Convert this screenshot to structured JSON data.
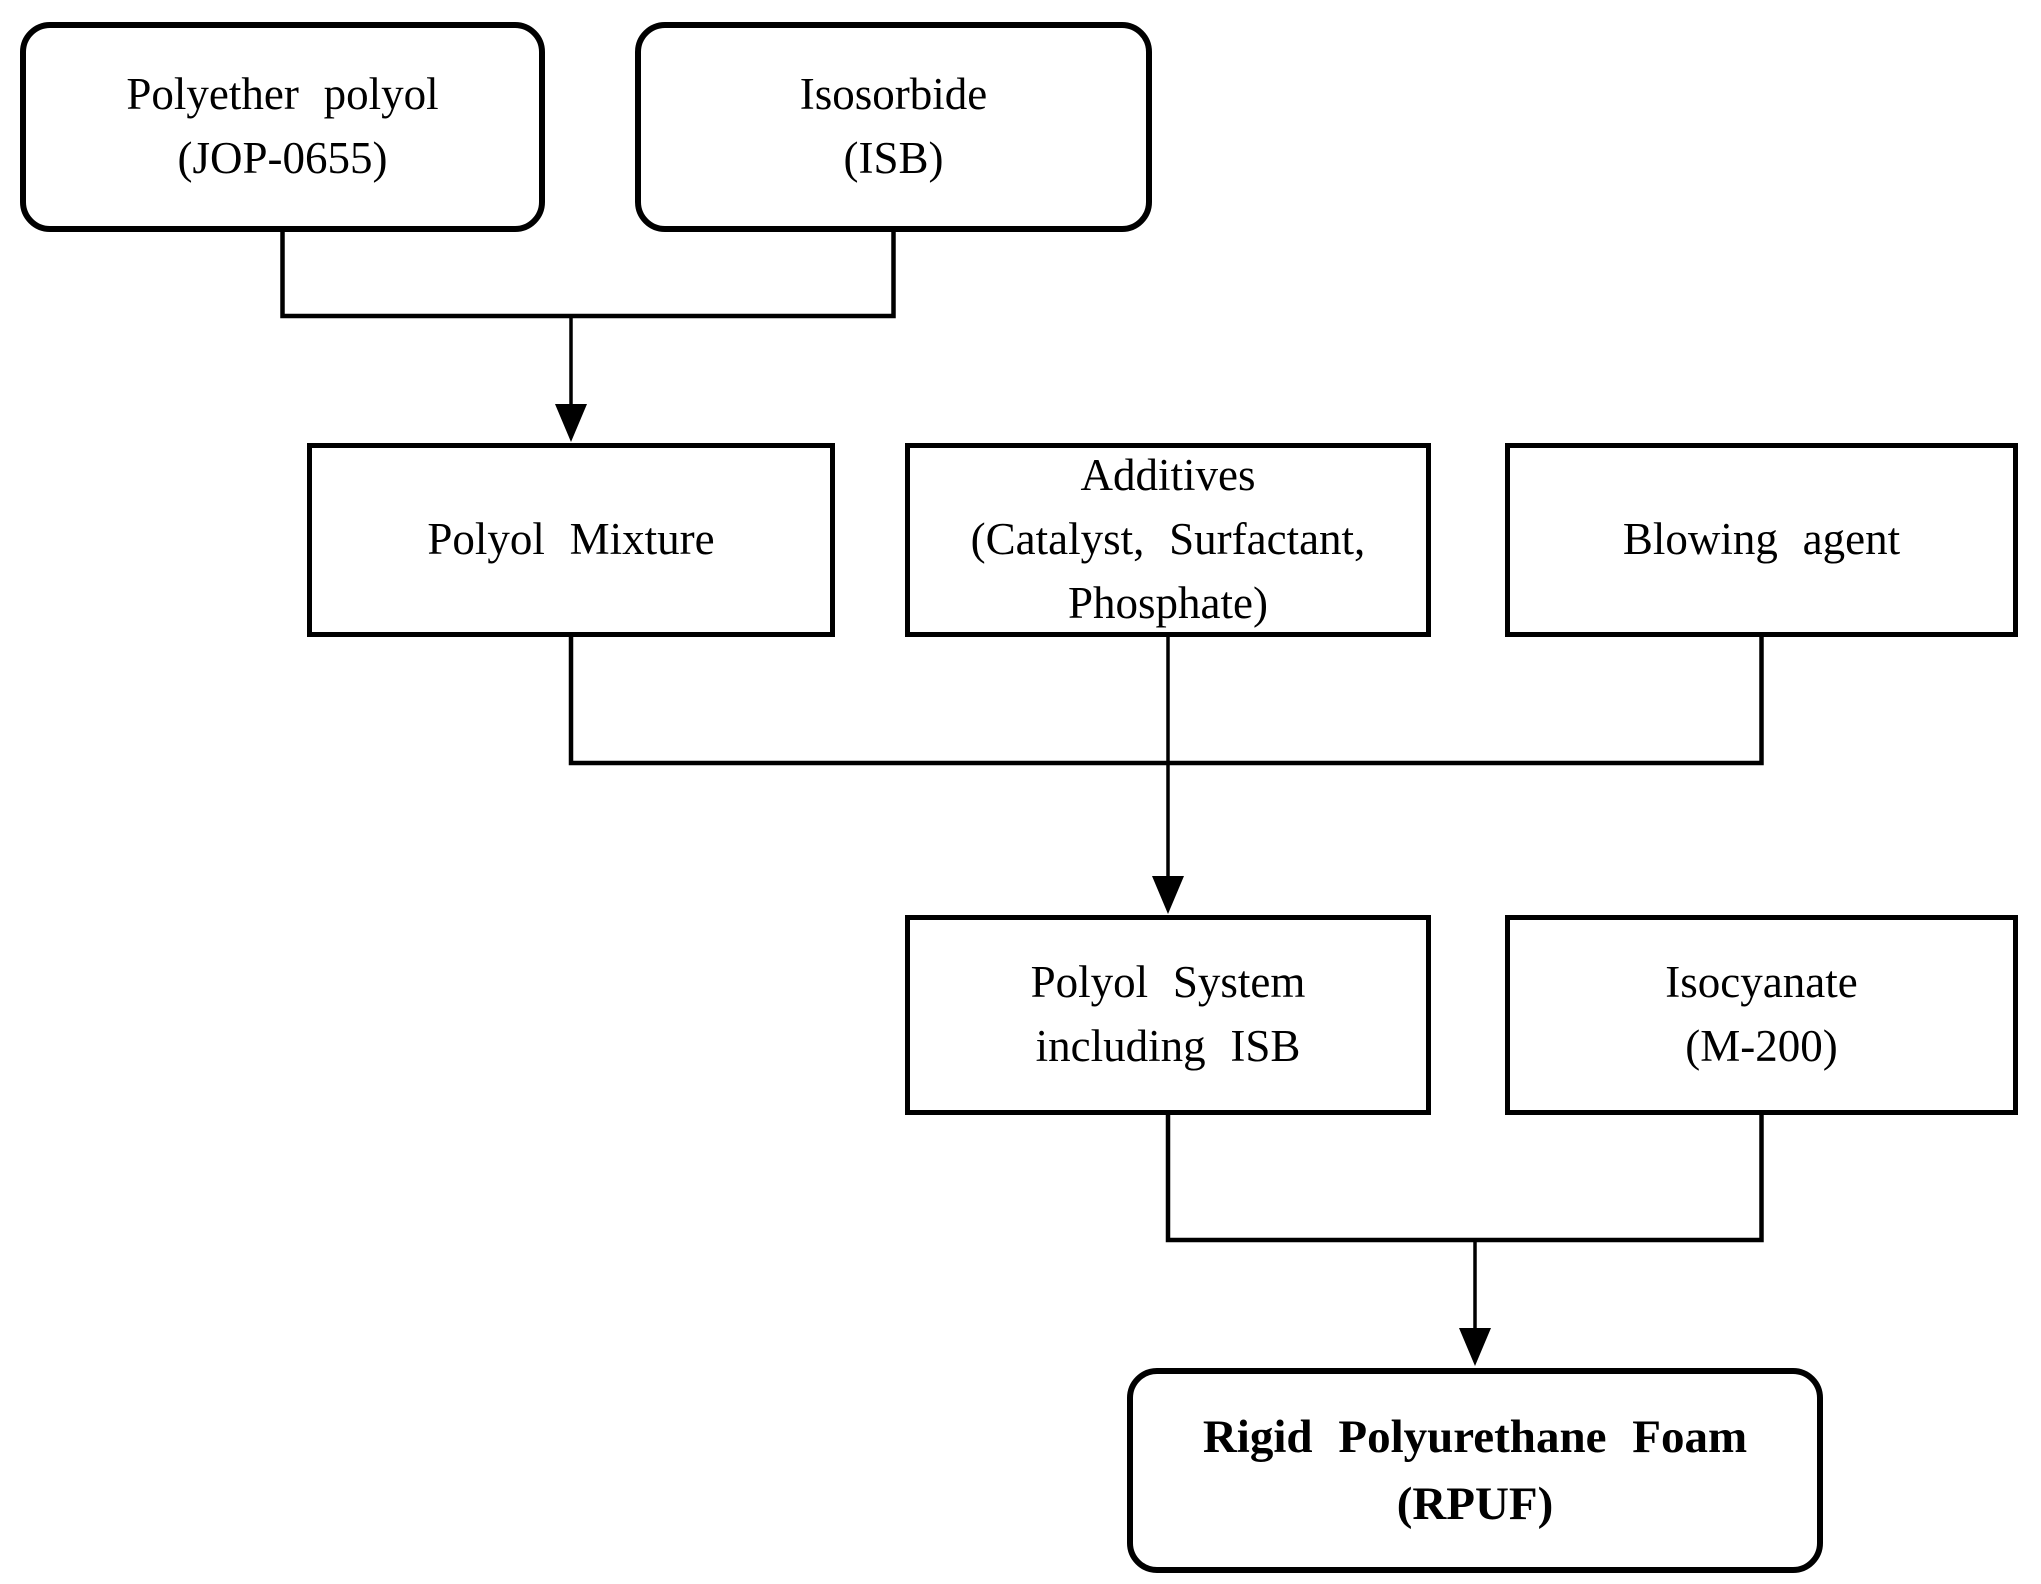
{
  "canvas": {
    "background_color": "#ffffff",
    "line_color": "#000000",
    "text_color": "#000000"
  },
  "nodes": {
    "polyether_polyol": {
      "shape": "rounded",
      "line1": "Polyether polyol",
      "line2": "(JOP-0655)"
    },
    "isosorbide": {
      "shape": "rounded",
      "line1": "Isosorbide",
      "line2": "(ISB)"
    },
    "polyol_mixture": {
      "shape": "rect",
      "line1": "Polyol Mixture"
    },
    "additives": {
      "shape": "rect",
      "line1": "Additives",
      "line2": "(Catalyst, Surfactant,",
      "line3": "Phosphate)"
    },
    "blowing_agent": {
      "shape": "rect",
      "line1": "Blowing agent"
    },
    "polyol_system": {
      "shape": "rect",
      "line1": "Polyol System",
      "line2": "including ISB"
    },
    "isocyanate": {
      "shape": "rect",
      "line1": "Isocyanate",
      "line2": "(M-200)"
    },
    "rpuf": {
      "shape": "rounded",
      "bold": true,
      "line1": "Rigid Polyurethane Foam",
      "line2": "(RPUF)"
    }
  },
  "edges": [
    {
      "from": [
        "polyether_polyol",
        "isosorbide"
      ],
      "to": "polyol_mixture",
      "type": "merge-arrow"
    },
    {
      "from": [
        "polyol_mixture",
        "additives",
        "blowing_agent"
      ],
      "to": "polyol_system",
      "type": "merge-arrow"
    },
    {
      "from": [
        "polyol_system",
        "isocyanate"
      ],
      "to": "rpuf",
      "type": "merge-arrow"
    }
  ]
}
